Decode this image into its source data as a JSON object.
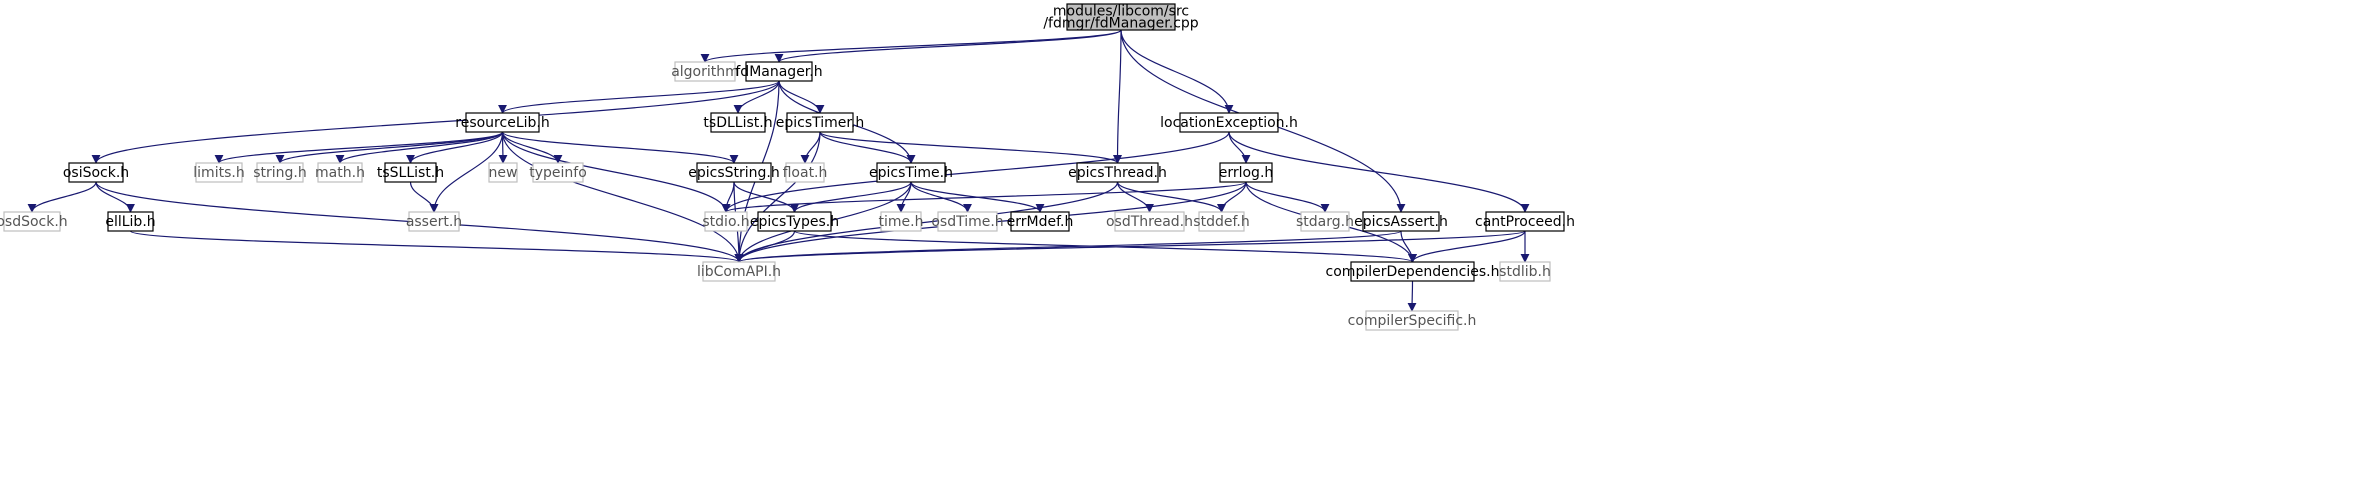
{
  "colors": {
    "edge": "#191970",
    "box_stroke": "#000000",
    "box_stroke_missing": "#bfbfbf",
    "root_fill": "#bfbfbf",
    "text": "#000000",
    "text_missing": "#555555"
  },
  "nodes": [
    {
      "id": "root",
      "lines": [
        "modules/libcom/src",
        "/fdmgr/fdManager.cpp"
      ],
      "kind": "root"
    },
    {
      "id": "algorithm",
      "lines": [
        "algorithm"
      ],
      "kind": "missing"
    },
    {
      "id": "fdManager",
      "lines": [
        "fdManager.h"
      ],
      "kind": "normal"
    },
    {
      "id": "resourceLib",
      "lines": [
        "resourceLib.h"
      ],
      "kind": "normal"
    },
    {
      "id": "tsDLList",
      "lines": [
        "tsDLList.h"
      ],
      "kind": "normal"
    },
    {
      "id": "epicsTimer",
      "lines": [
        "epicsTimer.h"
      ],
      "kind": "normal"
    },
    {
      "id": "locationException",
      "lines": [
        "locationException.h"
      ],
      "kind": "normal"
    },
    {
      "id": "osiSock",
      "lines": [
        "osiSock.h"
      ],
      "kind": "normal"
    },
    {
      "id": "limits",
      "lines": [
        "limits.h"
      ],
      "kind": "missing"
    },
    {
      "id": "string",
      "lines": [
        "string.h"
      ],
      "kind": "missing"
    },
    {
      "id": "math",
      "lines": [
        "math.h"
      ],
      "kind": "missing"
    },
    {
      "id": "tsSLList",
      "lines": [
        "tsSLList.h"
      ],
      "kind": "normal"
    },
    {
      "id": "new",
      "lines": [
        "new"
      ],
      "kind": "missing"
    },
    {
      "id": "typeinfo",
      "lines": [
        "typeinfo"
      ],
      "kind": "missing"
    },
    {
      "id": "epicsString",
      "lines": [
        "epicsString.h"
      ],
      "kind": "normal"
    },
    {
      "id": "float",
      "lines": [
        "float.h"
      ],
      "kind": "missing"
    },
    {
      "id": "epicsTime",
      "lines": [
        "epicsTime.h"
      ],
      "kind": "normal"
    },
    {
      "id": "epicsThread",
      "lines": [
        "epicsThread.h"
      ],
      "kind": "normal"
    },
    {
      "id": "errlog",
      "lines": [
        "errlog.h"
      ],
      "kind": "normal"
    },
    {
      "id": "osdSock",
      "lines": [
        "osdSock.h"
      ],
      "kind": "missing"
    },
    {
      "id": "ellLib",
      "lines": [
        "ellLib.h"
      ],
      "kind": "normal"
    },
    {
      "id": "assert",
      "lines": [
        "assert.h"
      ],
      "kind": "missing"
    },
    {
      "id": "stdio",
      "lines": [
        "stdio.h"
      ],
      "kind": "missing"
    },
    {
      "id": "epicsTypes",
      "lines": [
        "epicsTypes.h"
      ],
      "kind": "normal"
    },
    {
      "id": "time",
      "lines": [
        "time.h"
      ],
      "kind": "missing"
    },
    {
      "id": "osdTime",
      "lines": [
        "osdTime.h"
      ],
      "kind": "missing"
    },
    {
      "id": "errMdef",
      "lines": [
        "errMdef.h"
      ],
      "kind": "normal"
    },
    {
      "id": "osdThread",
      "lines": [
        "osdThread.h"
      ],
      "kind": "missing"
    },
    {
      "id": "stddef",
      "lines": [
        "stddef.h"
      ],
      "kind": "missing"
    },
    {
      "id": "stdarg",
      "lines": [
        "stdarg.h"
      ],
      "kind": "missing"
    },
    {
      "id": "epicsAssert",
      "lines": [
        "epicsAssert.h"
      ],
      "kind": "normal"
    },
    {
      "id": "cantProceed",
      "lines": [
        "cantProceed.h"
      ],
      "kind": "normal"
    },
    {
      "id": "libComAPI",
      "lines": [
        "libComAPI.h"
      ],
      "kind": "missing"
    },
    {
      "id": "compilerDependencies",
      "lines": [
        "compilerDependencies.h"
      ],
      "kind": "normal"
    },
    {
      "id": "stdlib",
      "lines": [
        "stdlib.h"
      ],
      "kind": "missing"
    },
    {
      "id": "compilerSpecific",
      "lines": [
        "compilerSpecific.h"
      ],
      "kind": "missing"
    }
  ],
  "edges": [
    [
      "root",
      "algorithm"
    ],
    [
      "root",
      "fdManager"
    ],
    [
      "root",
      "locationException"
    ],
    [
      "root",
      "epicsThread"
    ],
    [
      "root",
      "epicsAssert"
    ],
    [
      "fdManager",
      "resourceLib"
    ],
    [
      "fdManager",
      "tsDLList"
    ],
    [
      "fdManager",
      "epicsTimer"
    ],
    [
      "fdManager",
      "epicsTime"
    ],
    [
      "fdManager",
      "osiSock"
    ],
    [
      "fdManager",
      "libComAPI"
    ],
    [
      "resourceLib",
      "limits"
    ],
    [
      "resourceLib",
      "string"
    ],
    [
      "resourceLib",
      "math"
    ],
    [
      "resourceLib",
      "tsSLList"
    ],
    [
      "resourceLib",
      "new"
    ],
    [
      "resourceLib",
      "typeinfo"
    ],
    [
      "resourceLib",
      "epicsString"
    ],
    [
      "resourceLib",
      "assert"
    ],
    [
      "resourceLib",
      "stdio"
    ],
    [
      "resourceLib",
      "libComAPI"
    ],
    [
      "tsSLList",
      "assert"
    ],
    [
      "epicsString",
      "stdio"
    ],
    [
      "epicsString",
      "epicsTypes"
    ],
    [
      "epicsString",
      "libComAPI"
    ],
    [
      "epicsTimer",
      "float"
    ],
    [
      "epicsTimer",
      "epicsTime"
    ],
    [
      "epicsTimer",
      "epicsThread"
    ],
    [
      "epicsTimer",
      "libComAPI"
    ],
    [
      "epicsTime",
      "epicsTypes"
    ],
    [
      "epicsTime",
      "time"
    ],
    [
      "epicsTime",
      "osdTime"
    ],
    [
      "epicsTime",
      "errMdef"
    ],
    [
      "epicsTime",
      "libComAPI"
    ],
    [
      "epicsTypes",
      "libComAPI"
    ],
    [
      "epicsTypes",
      "compilerDependencies"
    ],
    [
      "epicsThread",
      "osdThread"
    ],
    [
      "epicsThread",
      "stddef"
    ],
    [
      "epicsThread",
      "libComAPI"
    ],
    [
      "locationException",
      "errlog"
    ],
    [
      "locationException",
      "cantProceed"
    ],
    [
      "locationException",
      "stdio"
    ],
    [
      "errlog",
      "stdio"
    ],
    [
      "errlog",
      "stddef"
    ],
    [
      "errlog",
      "stdarg"
    ],
    [
      "errlog",
      "libComAPI"
    ],
    [
      "errlog",
      "compilerDependencies"
    ],
    [
      "osiSock",
      "osdSock"
    ],
    [
      "osiSock",
      "ellLib"
    ],
    [
      "osiSock",
      "libComAPI"
    ],
    [
      "ellLib",
      "libComAPI"
    ],
    [
      "epicsAssert",
      "libComAPI"
    ],
    [
      "epicsAssert",
      "compilerDependencies"
    ],
    [
      "cantProceed",
      "compilerDependencies"
    ],
    [
      "cantProceed",
      "stdlib"
    ],
    [
      "cantProceed",
      "libComAPI"
    ],
    [
      "compilerDependencies",
      "compilerSpecific"
    ]
  ]
}
